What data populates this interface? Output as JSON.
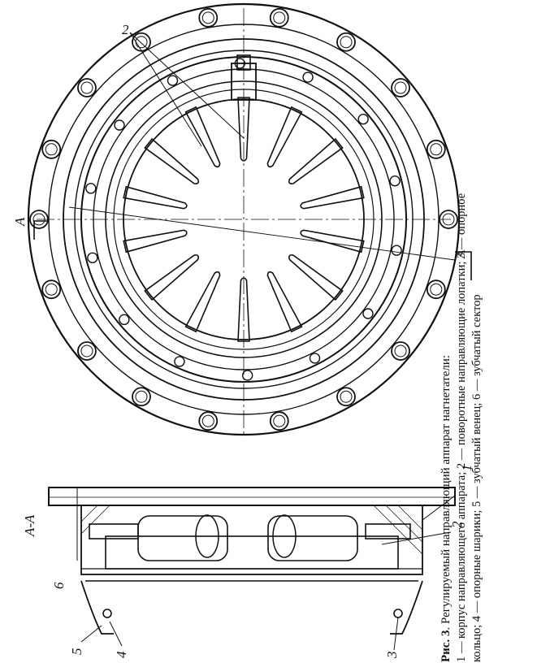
{
  "figure": {
    "caption_number": "Рис. 3",
    "caption_title": ". Регулируемый направляющий аппарат нагнетатели:",
    "legend_line_1": "1 — корпус направляющего аппарата; 2 — поворотные направляющие лопатки; 3 — опорное",
    "legend_line_2": "кольцо; 4 — опорные шарики; 5 — зубчатый венец; 6 — зубчатый сектор"
  },
  "labels": {
    "blade_top": "2",
    "section_top": "A",
    "section_bottom": "A",
    "section_title": "А-А",
    "part_1": "1",
    "part_2": "2",
    "part_3": "3",
    "part_4": "4",
    "part_5": "5",
    "part_6": "6"
  }
}
